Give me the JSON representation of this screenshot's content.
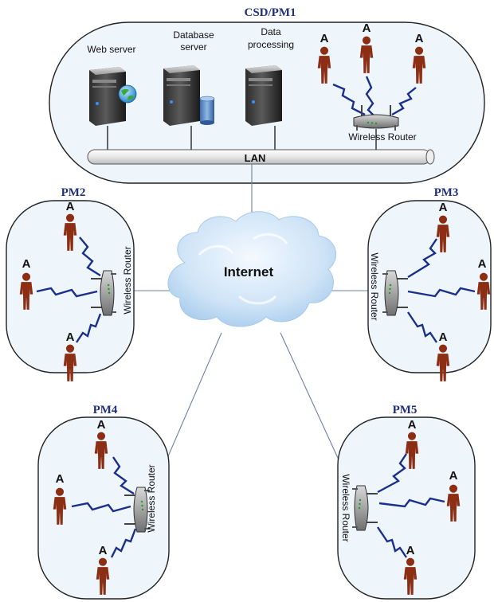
{
  "zones": {
    "pm1": {
      "title": "CSD/PM1"
    },
    "pm2": {
      "title": "PM2"
    },
    "pm3": {
      "title": "PM3"
    },
    "pm4": {
      "title": "PM4"
    },
    "pm5": {
      "title": "PM5"
    }
  },
  "servers": {
    "web": {
      "label": "Web server"
    },
    "database": {
      "label_line1": "Database",
      "label_line2": "server"
    },
    "processing": {
      "label_line1": "Data",
      "label_line2": "processing"
    }
  },
  "lan": {
    "label": "LAN"
  },
  "internet": {
    "label": "Internet"
  },
  "router_label": "Wireless Router",
  "agent_label": "A",
  "colors": {
    "title": "#1f2f7a",
    "zone_fill": "#eef5fb",
    "zone_stroke": "#222222",
    "agent": "#8b2e14",
    "link": "#6e7fa6",
    "wireless": "#1a2f8c",
    "cloud": "#b9d7f2"
  }
}
